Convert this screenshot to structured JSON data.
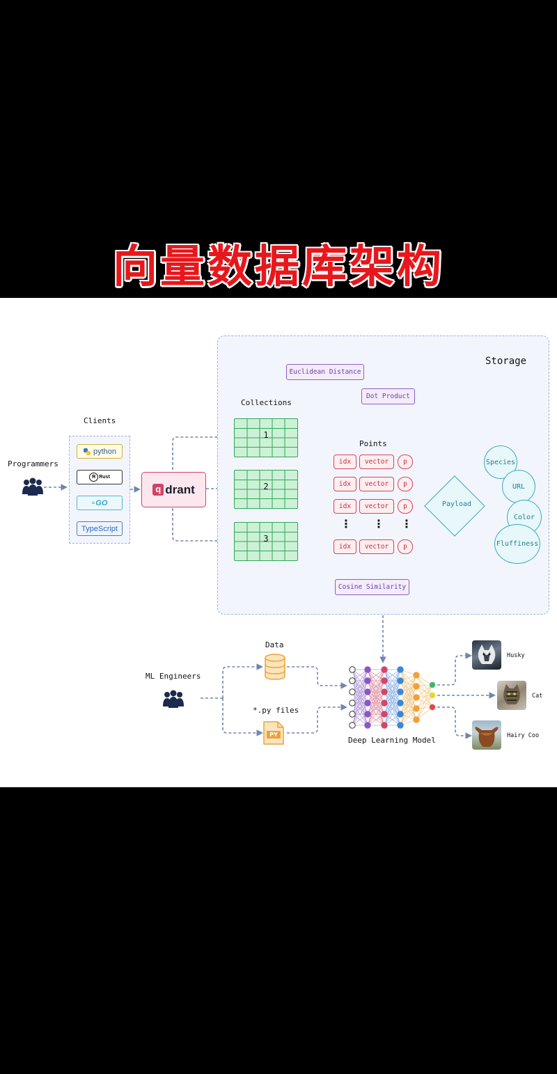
{
  "banner": {
    "title": "向量数据库架构"
  },
  "storage": {
    "title": "Storage"
  },
  "actors": {
    "programmers": "Programmers",
    "ml_engineers": "ML Engineers"
  },
  "clients": {
    "title": "Clients",
    "items": [
      "python",
      "Rust",
      "GO",
      "TypeScript"
    ]
  },
  "qdrant": {
    "logo_letter": "q",
    "logo_text": "drant"
  },
  "collections": {
    "title": "Collections",
    "items": [
      "1",
      "2",
      "3"
    ]
  },
  "points": {
    "title": "Points",
    "rows": [
      [
        "idx",
        "vector",
        "p"
      ],
      [
        "idx",
        "vector",
        "p"
      ],
      [
        "idx",
        "vector",
        "p"
      ],
      [
        "idx",
        "vector",
        "p"
      ]
    ],
    "ellipsis": "⋮"
  },
  "metrics": {
    "euclidean": "Euclidean Distance",
    "dot": "Dot Product",
    "cosine": "Cosine Similarity"
  },
  "payload": {
    "label": "Payload",
    "attributes": [
      "Species",
      "URL",
      "Color",
      "Fluffiness"
    ]
  },
  "ml": {
    "data_label": "Data",
    "py_label": "*.py files",
    "py_badge": "PY",
    "model_label": "Deep Learning Model"
  },
  "outputs": [
    "Husky",
    "Cat",
    "Hairy Coo"
  ],
  "colors": {
    "title_red": "#e8171c",
    "qdrant_pink": "#d2416a",
    "grid_green": "#2fa65a",
    "tag_red": "#d4455a",
    "metric_purple": "#8c5fc8",
    "attr_teal": "#3fa8b8",
    "arrow": "#7085b0"
  },
  "icons": [
    "people-icon",
    "database-icon",
    "py-file-icon",
    "python-logo",
    "rust-logo",
    "go-logo",
    "typescript-logo",
    "qdrant-logo"
  ]
}
